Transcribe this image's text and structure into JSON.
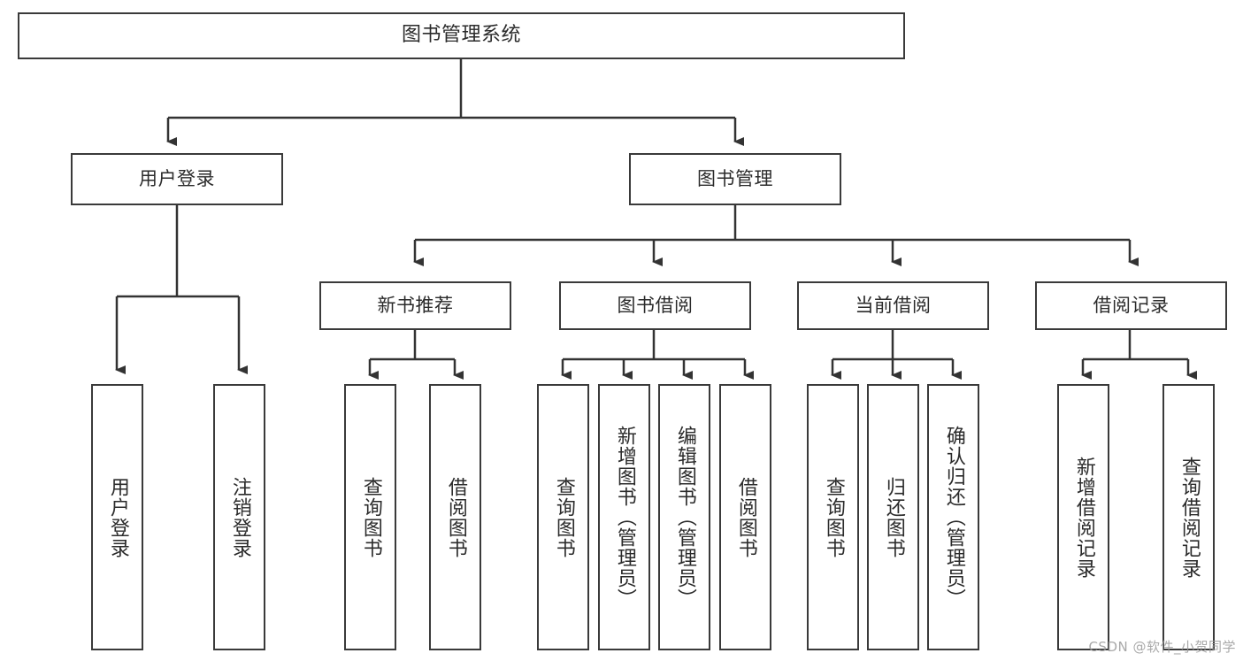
{
  "diagram": {
    "title": "图书管理系统",
    "type": "tree-hierarchy",
    "colors": {
      "box_border": "#3a3a3a",
      "box_fill": "#ffffff",
      "connector": "#333333",
      "text": "#2b2b2b",
      "watermark": "#9a9a9a"
    },
    "root": {
      "label": "图书管理系统"
    },
    "level1": [
      {
        "label": "用户登录"
      },
      {
        "label": "图书管理"
      }
    ],
    "level2": [
      {
        "label": "新书推荐"
      },
      {
        "label": "图书借阅"
      },
      {
        "label": "当前借阅"
      },
      {
        "label": "借阅记录"
      }
    ],
    "leaves": {
      "user_login": [
        {
          "label": "用户登录"
        },
        {
          "label": "注销登录"
        }
      ],
      "new_book_recommend": [
        {
          "label": "查询图书"
        },
        {
          "label": "借阅图书"
        }
      ],
      "book_borrow": [
        {
          "label": "查询图书"
        },
        {
          "label": "新增图书（管理员）"
        },
        {
          "label": "编辑图书（管理员）"
        },
        {
          "label": "借阅图书"
        }
      ],
      "current_borrow": [
        {
          "label": "查询图书"
        },
        {
          "label": "归还图书"
        },
        {
          "label": "确认归还（管理员）"
        }
      ],
      "borrow_record": [
        {
          "label": "新增借阅记录"
        },
        {
          "label": "查询借阅记录"
        }
      ]
    }
  },
  "watermark": {
    "text": "CSDN @软件_小贺同学"
  }
}
